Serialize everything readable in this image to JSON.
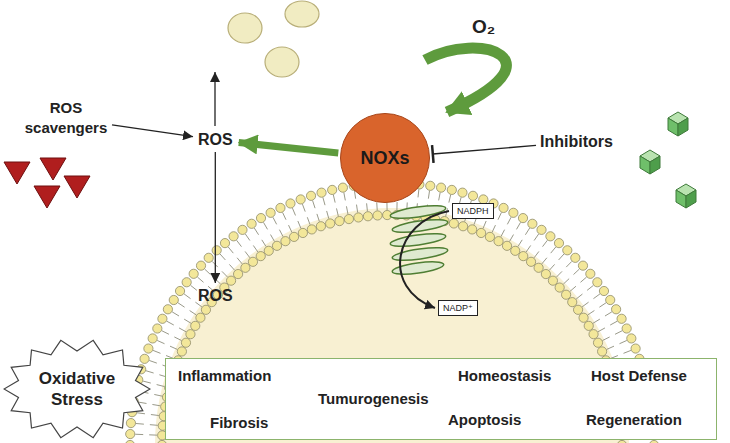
{
  "diagram": {
    "nodes": [
      {
        "text": [
          "ROS scavengers"
        ]
      },
      {
        "text": [
          "ROS"
        ]
      },
      {
        "text": [
          "NOXs"
        ]
      },
      {
        "text": [
          "O₂"
        ]
      },
      {
        "text": [
          "Inhibitors"
        ]
      },
      {
        "text": [
          "NADPH"
        ]
      },
      {
        "text": [
          "NADP⁺"
        ]
      },
      {
        "text": [
          "ROS"
        ]
      },
      {
        "text": [
          "Oxidative Stress"
        ]
      },
      {
        "text": []
      },
      {
        "text": [
          "Inflammation"
        ],
        "in": 9
      },
      {
        "text": [
          "Homeostasis"
        ],
        "in": 9
      },
      {
        "text": [
          "Host Defense"
        ],
        "in": 9
      },
      {
        "text": [
          "Tumurogenesis"
        ],
        "in": 9
      },
      {
        "text": [
          "Fibrosis"
        ],
        "in": 9
      },
      {
        "text": [
          "Apoptosis"
        ],
        "in": 9
      },
      {
        "text": [
          "Regeneration"
        ],
        "in": 9
      }
    ],
    "edges": [
      {
        "from": 2,
        "to": 1,
        "arrow": "to"
      },
      {
        "from": 0,
        "to": 1,
        "arrow": "to"
      },
      {
        "from": 1,
        "to": 7,
        "arrow": "to"
      },
      {
        "from": 4,
        "to": 2,
        "arrow": "to"
      },
      {
        "from": 5,
        "to": 6,
        "arrow": "to"
      },
      {
        "from": 10,
        "to": 13,
        "arrow": "to"
      },
      {
        "from": 14,
        "to": 13,
        "arrow": "to"
      }
    ]
  }
}
